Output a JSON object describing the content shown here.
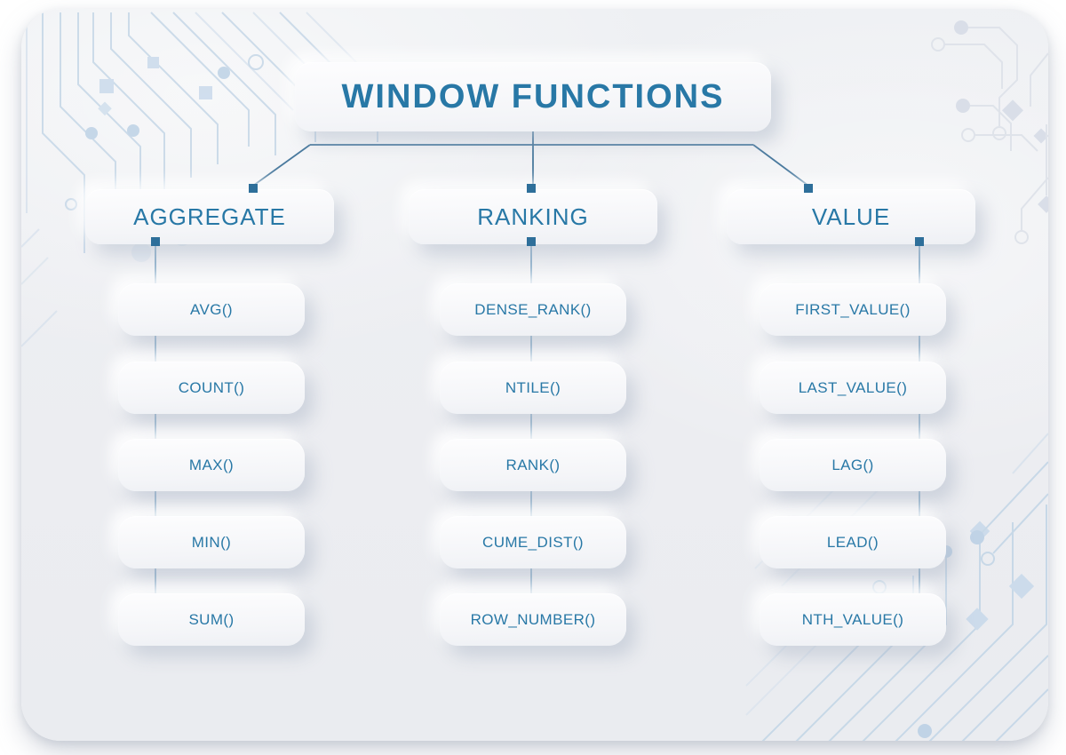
{
  "title": {
    "label": "WINDOW FUNCTIONS"
  },
  "tree": {
    "columns": [
      {
        "label": "AGGREGATE",
        "items": [
          "AVG()",
          "COUNT()",
          "MAX()",
          "MIN()",
          "SUM()"
        ]
      },
      {
        "label": "RANKING",
        "items": [
          "DENSE_RANK()",
          "NTILE()",
          "RANK()",
          "CUME_DIST()",
          "ROW_NUMBER()"
        ]
      },
      {
        "label": "VALUE",
        "items": [
          "FIRST_VALUE()",
          "LAST_VALUE()",
          "LAG()",
          "LEAD()",
          "NTH_VALUE()"
        ]
      }
    ]
  },
  "colors": {
    "accent_text": "#2878a6",
    "connector_line": "#4a7a9e",
    "connector_node_square": "#2e6f9a",
    "column_spine": "#7fa6c4",
    "circuit_blue": "#c4d6e7",
    "circuit_gray": "#dfe3ea",
    "card_background": "#edeff3",
    "box_background": "#f8f9fb"
  },
  "icons": {
    "connector_node": "small-filled-square",
    "decorations": [
      "circuit-pattern-top-left",
      "circuit-pattern-top-right",
      "circuit-pattern-bottom-right"
    ]
  }
}
